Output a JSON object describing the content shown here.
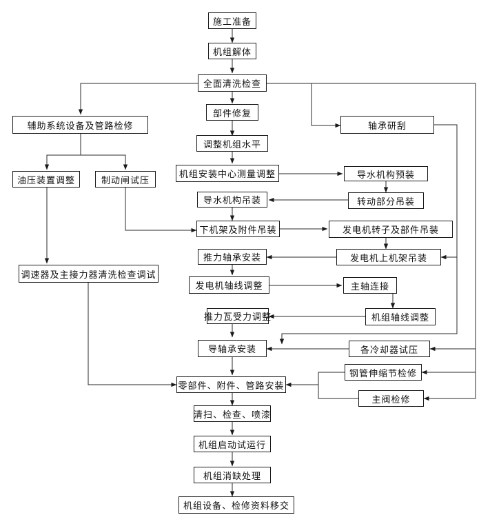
{
  "steps": {
    "shigong_zhunbei": "施工准备",
    "jizu_jieti": "机组解体",
    "quanmian_qingxi_jiancha": "全面清洗检查",
    "fuzhu_xitong_jianxiu": "辅助系统设备及管路检修",
    "bujian_xiufu": "部件修复",
    "zhoucheng_yangua": "轴承研刮",
    "tiaozheng_jizu_shuiping": "调整机组水平",
    "youya_zhuangzhi_tiaozheng": "油压装置调整",
    "zhidongzha_shiya": "制动闸试压",
    "zhongxin_celiang_tiaozheng": "机组安装中心测量调整",
    "daoshui_jigou_yuzhuang": "导水机构预装",
    "daoshui_jigou_diaozhuang": "导水机构吊装",
    "zhuandong_bufen_diaozhuang": "转动部分吊装",
    "xiajijia_diaozhuang": "下机架及附件吊装",
    "zhuanzi_diaozhuang": "发电机转子及部件吊装",
    "tiaosuqi_tiaoshi": "调速器及主接力器清洗检查调试",
    "tuili_zhoucheng_anzhuang": "推力轴承安装",
    "shangjijia_diaozhuang": "发电机上机架吊装",
    "zhouxian_tiaozheng_fadianji": "发电机轴线调整",
    "zhuzhou_lianjie": "主轴连接",
    "tuiliwa_shouli_tiaozheng": "推力瓦受力调整",
    "jizu_zhouxian_tiaozheng": "机组轴线调整",
    "daozhoucheng_anzhuang": "导轴承安装",
    "lengqueqi_shiya": "各冷却器试压",
    "gangguan_jianxiu": "钢管伸缩节检修",
    "lingbujian_anzhuang": "零部件、附件、管路安装",
    "zhufa_jianxiu": "主阀检修",
    "qingsao_penqi": "清扫、检查、喷漆",
    "qidong_shiyunxing": "机组启动试运行",
    "xiaoque_chuli": "机组消缺处理",
    "ziliao_yijiao": "机组设备、检修资料移交"
  }
}
